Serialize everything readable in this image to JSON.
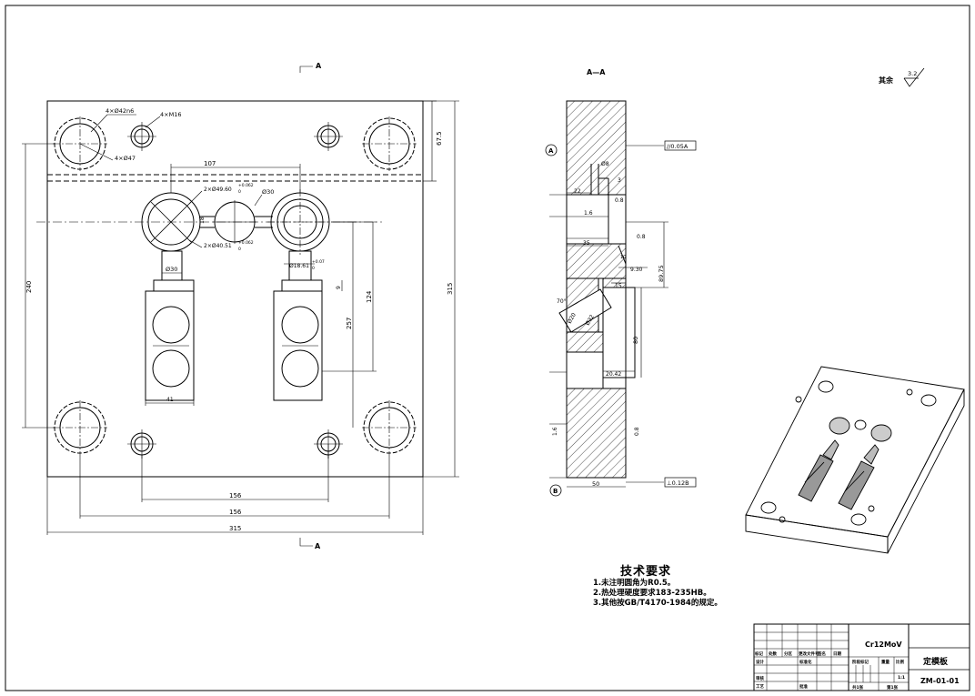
{
  "section_marks": {
    "top": "A",
    "bottom": "A",
    "view_label": "A—A"
  },
  "front_view": {
    "hole_callouts": [
      "4×Ø42n6",
      "4×M16",
      "4×Ø47",
      "2×Ø49.60",
      "Ø30",
      "2×Ø40.51",
      "Ø18.61",
      "Ø30"
    ],
    "hole_tolerances": {
      "a_upper": "+0.062",
      "a_lower": "0",
      "b_upper": "+0.062",
      "b_lower": "0",
      "c_upper": "+0.07",
      "c_lower": "0"
    },
    "dims": {
      "d107": "107",
      "d67_5": "67.5",
      "d240": "240",
      "d315_v": "315",
      "d257": "257",
      "d124": "124",
      "d9": "9",
      "d41": "41",
      "d156_a": "156",
      "d156_b": "156",
      "d315_h": "315",
      "d18": "18"
    }
  },
  "section_view": {
    "datums": {
      "a": "A",
      "b": "B"
    },
    "tolerances": {
      "parallel": "//0.05A",
      "perpendicular": "⊥0.12B"
    },
    "dims": {
      "d8": "Ø8",
      "d22": "22",
      "d3": "3",
      "d1_6": "1.6",
      "d0_8_a": "0.8",
      "d35": "35",
      "d0_8_b": "0.8",
      "d9_30": "9.30",
      "d89_75": "89.75",
      "d15": "15",
      "d70": "70°",
      "d20": "Ø20",
      "d32": "Ø32",
      "d80": "80",
      "d20_42": "20.42",
      "d1_6_b": "1.6",
      "d0_8_c": "0.8",
      "d50": "50",
      "d10": "10"
    }
  },
  "roughness": {
    "label": "其余",
    "value": "3.2"
  },
  "tech_req": {
    "title": "技术要求",
    "items": [
      "1.未注明圆角为R0.5。",
      "2.热处理硬度要求183-235HB。",
      "3.其他按GB/T4170-1984的规定。"
    ]
  },
  "title_block": {
    "material": "Cr12MoV",
    "part_name": "定模板",
    "drawing_no": "ZM-01-01",
    "scale_value": "1:1",
    "hdr": [
      "标记",
      "处数",
      "分区",
      "更改文件号",
      "签名",
      "日期"
    ],
    "row_design": "设计",
    "row_std": "标准化",
    "row_review": "审核",
    "row_process": "工艺",
    "row_approve": "批准",
    "stage_mark": "阶段标记",
    "weight": "重量",
    "scale": "比例",
    "sheets": "共1张",
    "sheet_no": "第1张"
  }
}
